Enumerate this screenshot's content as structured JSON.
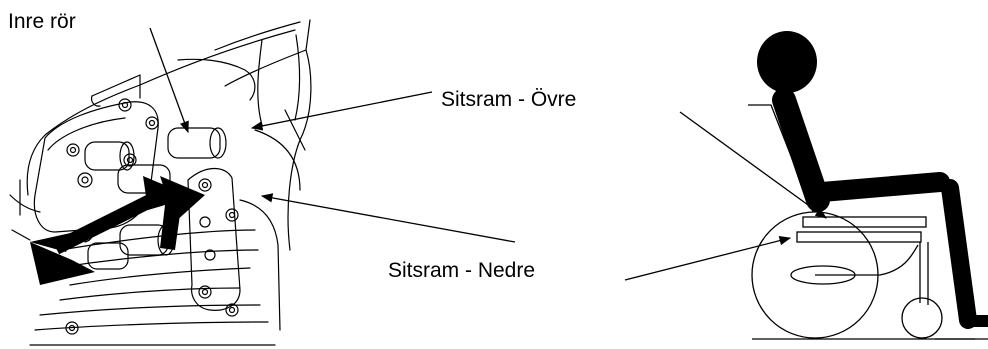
{
  "labels": {
    "inner_tube": "Inre rör",
    "seat_frame_upper": "Sitsram - Övre",
    "seat_frame_lower": "Sitsram - Nedre"
  },
  "colors": {
    "ink": "#000000",
    "background": "#ffffff"
  },
  "icons": {
    "left_figure": "seat-mechanism-closeup",
    "right_figure": "wheelchair-side-view",
    "adjust_arrow": "double-headed-arrow"
  }
}
